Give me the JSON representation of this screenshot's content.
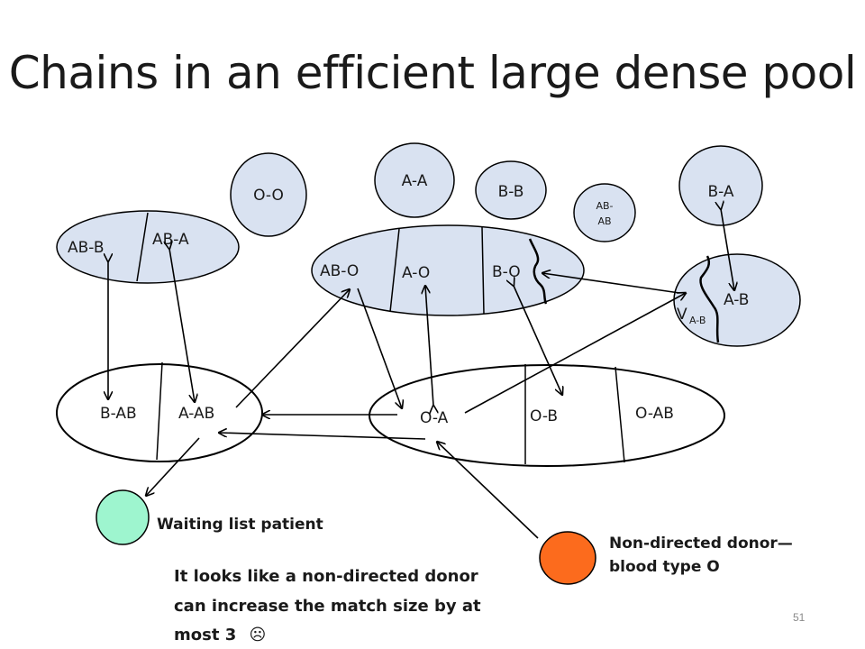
{
  "slide": {
    "title": "Chains in an efficient large dense pool",
    "page_number": "51"
  },
  "colors": {
    "pool_fill": "#d9e2f1",
    "waiting_patient": "#9ef5cf",
    "nondirected_donor": "#fc6b1d",
    "stroke": "#000000"
  },
  "nodes": {
    "oo": "O-O",
    "aa": "A-A",
    "bb": "B-B",
    "abab_line1": "AB-",
    "abab_line2": "AB",
    "ba": "B-A",
    "abb": "AB-B",
    "aba": "AB-A",
    "abo": "AB-O",
    "ao": "A-O",
    "bo": "B-O",
    "ab": "A-B",
    "v_ab_main": "V",
    "v_ab_sub": "A-B",
    "bab": "B-AB",
    "aab": "A-AB",
    "oa": "O-A",
    "ob": "O-B",
    "oab": "O-AB"
  },
  "legend": {
    "waiting_patient": "Waiting list patient",
    "nondirected_line1": "Non-directed donor—",
    "nondirected_line2": "blood type O"
  },
  "conclusion": {
    "line1": "It looks like a non-directed donor",
    "line2": "can increase the match size by at",
    "line3": "most 3",
    "emoji": "☹"
  }
}
